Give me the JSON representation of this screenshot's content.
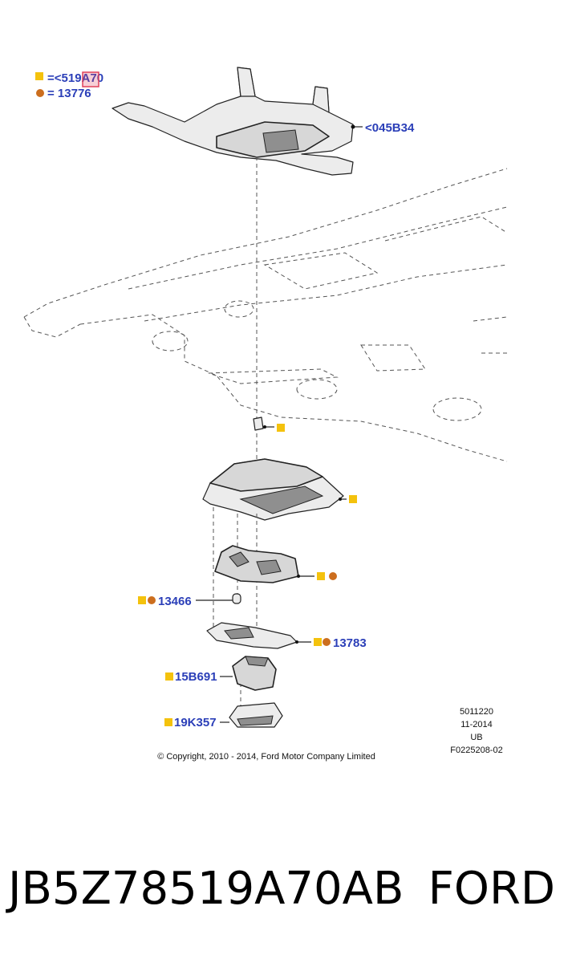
{
  "legend": {
    "square_label": "=<519A70",
    "circle_label": "= 13776"
  },
  "callouts": {
    "bracket": "<045B34",
    "bulb": "13466",
    "lens": "13783",
    "switch": "15B691",
    "cover": "19K357"
  },
  "meta": {
    "line1": "5011220",
    "line2": "11-2014",
    "line3": "UB",
    "line4": "F0225208-02"
  },
  "copyright": "© Copyright, 2010 - 2014, Ford Motor Company Limited",
  "footer": {
    "part_number": "JB5Z78519A70AB",
    "brand": "FORD"
  },
  "colors": {
    "callout_text": "#2b3fb8",
    "square_marker": "#f4c20d",
    "circle_marker": "#cc6e1e",
    "highlight_box": "#e0405a"
  }
}
